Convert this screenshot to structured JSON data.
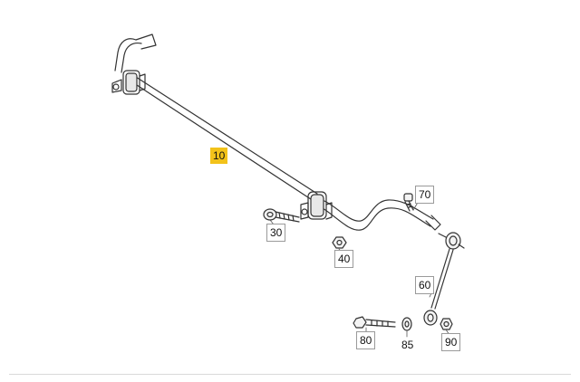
{
  "diagram": {
    "highlight_color": "#f2c21a",
    "line_color": "#333333",
    "parts": [
      {
        "id": "10",
        "label": "10",
        "name": "stabilizer bar",
        "state": "selected"
      },
      {
        "id": "30",
        "label": "30",
        "name": "bolt with washer"
      },
      {
        "id": "40",
        "label": "40",
        "name": "nut"
      },
      {
        "id": "60",
        "label": "60",
        "name": "link rod"
      },
      {
        "id": "70",
        "label": "70",
        "name": "bolt"
      },
      {
        "id": "80",
        "label": "80",
        "name": "bolt"
      },
      {
        "id": "85",
        "label": "85",
        "name": "washer"
      },
      {
        "id": "90",
        "label": "90",
        "name": "nut"
      }
    ]
  }
}
